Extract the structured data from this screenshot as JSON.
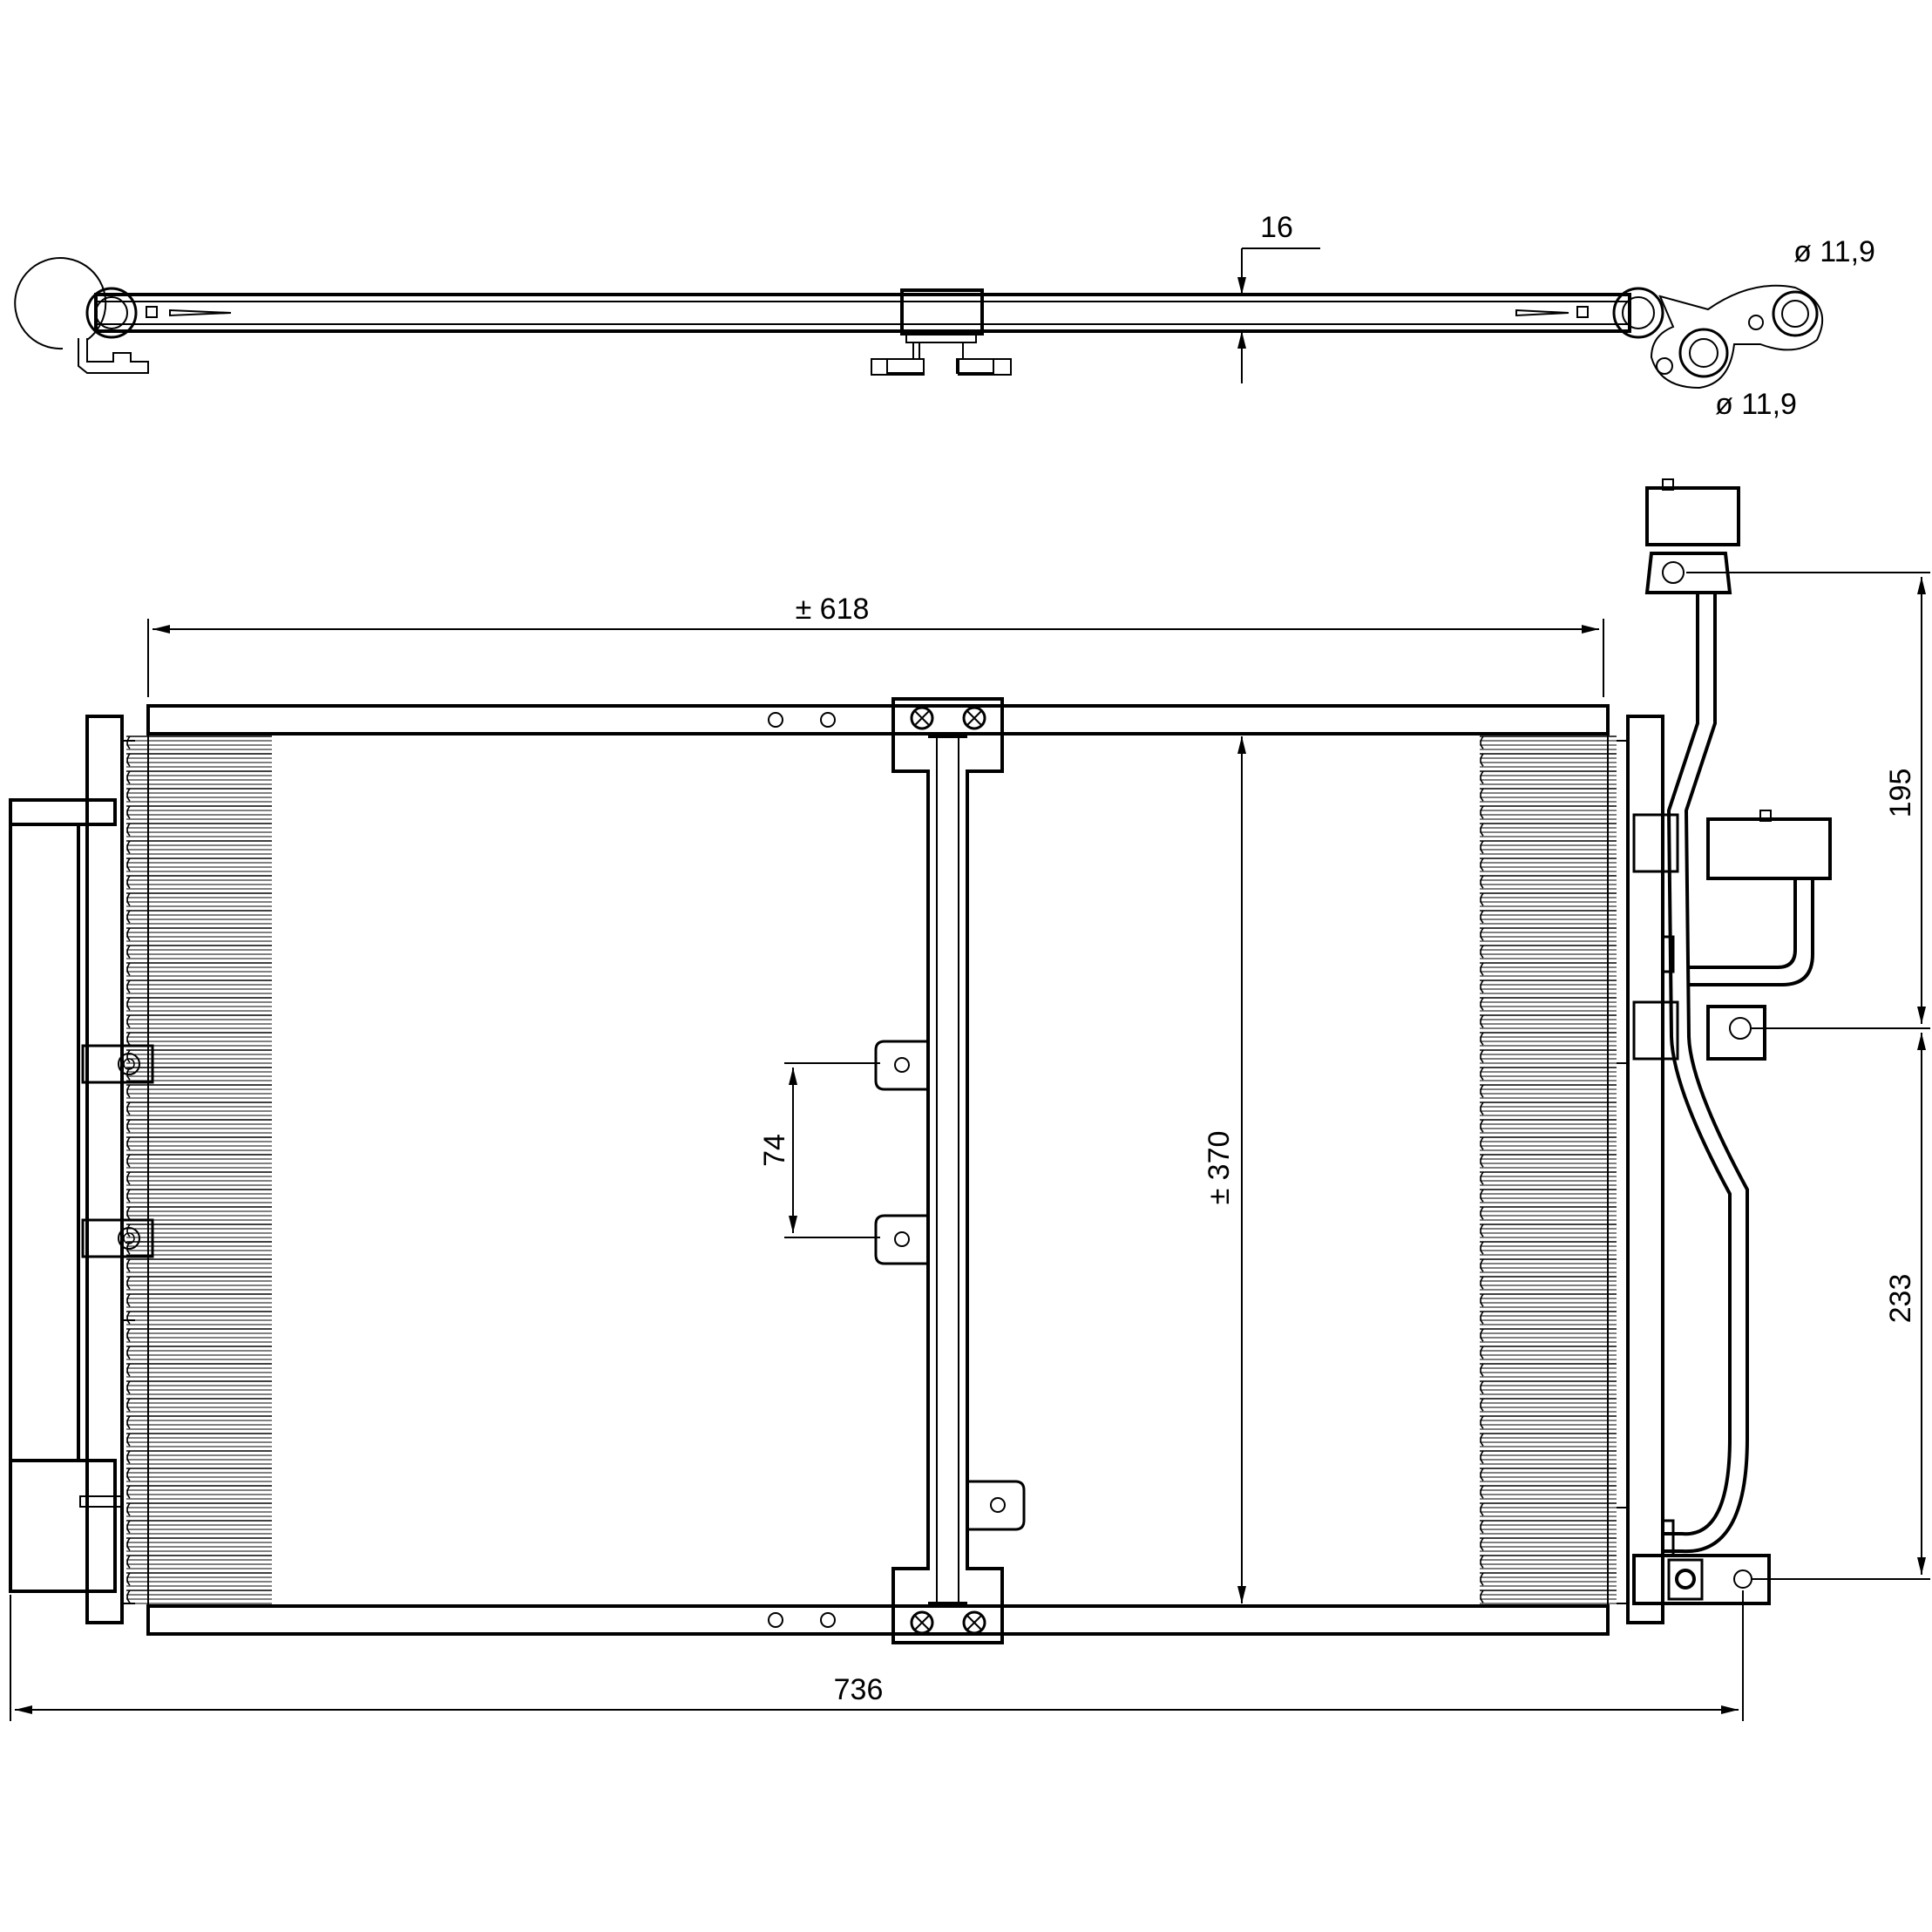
{
  "dimensions": {
    "tube_thickness": "16",
    "pipe_diameter_upper": "ø 11,9",
    "pipe_diameter_lower": "ø 11,9",
    "core_width": "± 618",
    "core_height": "± 370",
    "bracket_spacing": "74",
    "mount_upper_spacing": "195",
    "mount_lower_spacing": "233",
    "overall_width": "736"
  },
  "colors": {
    "line": "#000000",
    "background": "#ffffff"
  }
}
